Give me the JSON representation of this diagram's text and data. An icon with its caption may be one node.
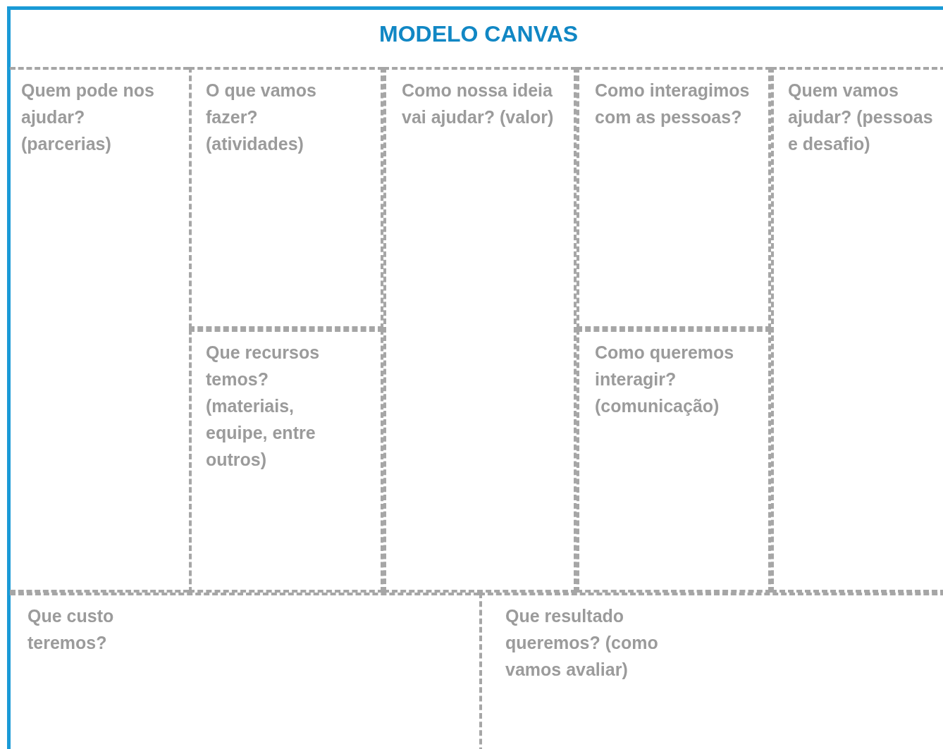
{
  "diagram": {
    "title": "MODELO CANVAS",
    "nodes": [
      {
        "text": [
          "Quem pode nos ajudar? (parcerias)"
        ]
      },
      {
        "text": [
          "O que vamos fazer? (atividades)"
        ]
      },
      {
        "text": [
          "Que recursos temos? (materiais, equipe, entre outros)"
        ]
      },
      {
        "text": [
          "Como nossa ideia vai ajudar? (valor)"
        ]
      },
      {
        "text": [
          "Como interagimos com as pessoas?"
        ]
      },
      {
        "text": [
          "Como queremos interagir? (comunicação)"
        ]
      },
      {
        "text": [
          "Quem vamos ajudar? (pessoas e desafio)"
        ]
      },
      {
        "text": [
          "Que custo teremos?"
        ]
      },
      {
        "text": [
          "Que resultado queremos? (como vamos avaliar)"
        ]
      }
    ]
  }
}
